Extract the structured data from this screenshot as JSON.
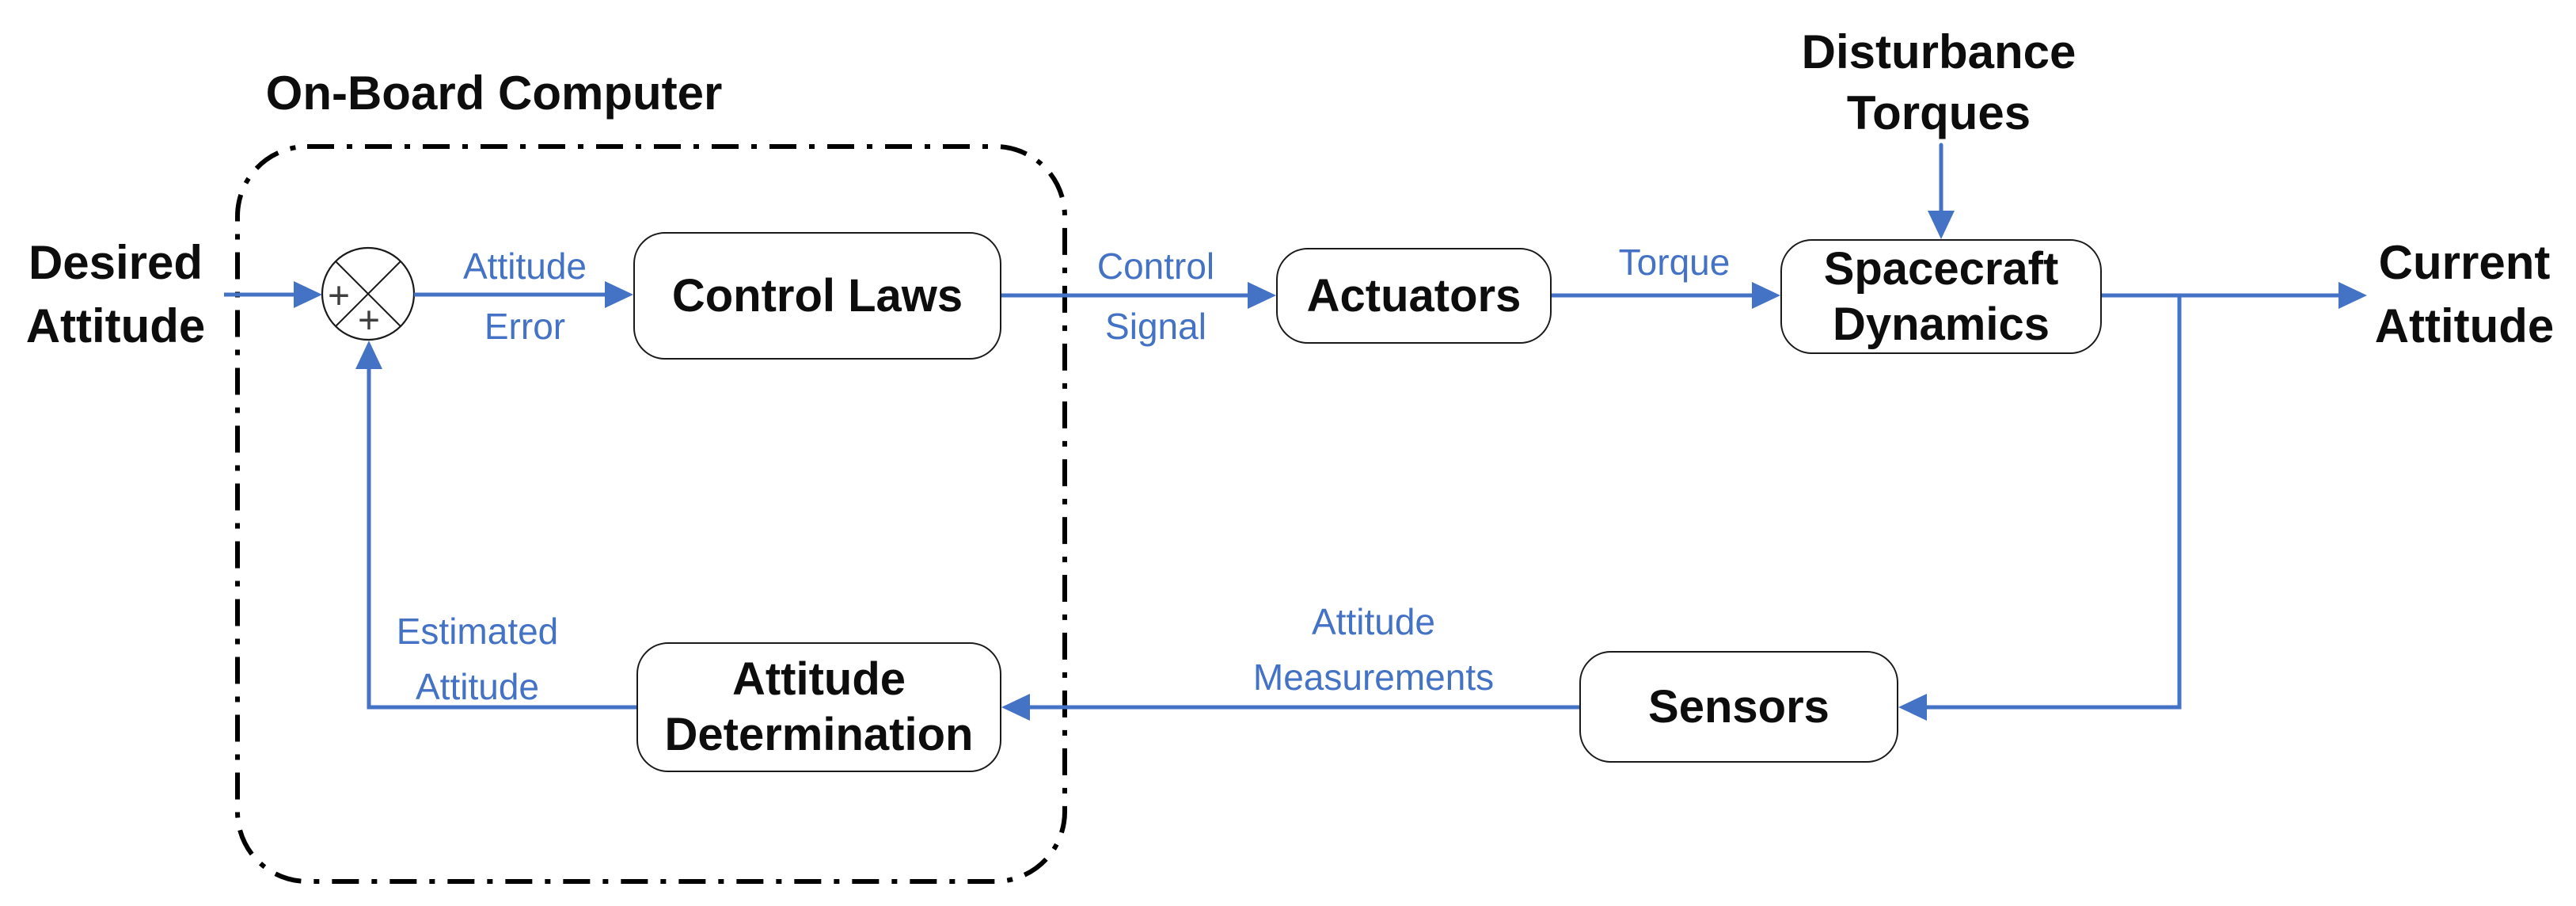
{
  "title": {
    "on_board_computer": "On-Board Computer"
  },
  "external_labels": {
    "desired_attitude": "Desired\nAttitude",
    "current_attitude": "Current\nAttitude",
    "disturbance_torques": "Disturbance\nTorques"
  },
  "blocks": {
    "control_laws": "Control Laws",
    "actuators": "Actuators",
    "spacecraft_dynamics": "Spacecraft\nDynamics",
    "sensors": "Sensors",
    "attitude_determination": "Attitude\nDetermination"
  },
  "signal_labels": {
    "attitude_error": "Attitude\nError",
    "control_signal": "Control\nSignal",
    "torque": "Torque",
    "attitude_measurements": "Attitude\nMeasurements",
    "estimated_attitude": "Estimated\nAttitude"
  },
  "summing_junction": {
    "sign_left": "+",
    "sign_bottom": "+"
  },
  "colors": {
    "signal_blue": "#4472C4",
    "line_black": "#000000",
    "plus_gray": "#3f3f3f"
  }
}
